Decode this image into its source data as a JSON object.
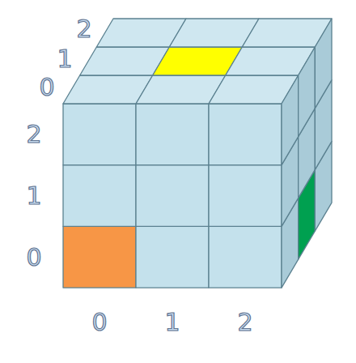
{
  "diagram": {
    "labels": [
      "0",
      "1",
      "2",
      "2",
      "1",
      "0",
      "0",
      "1",
      "2"
    ]
  }
}
